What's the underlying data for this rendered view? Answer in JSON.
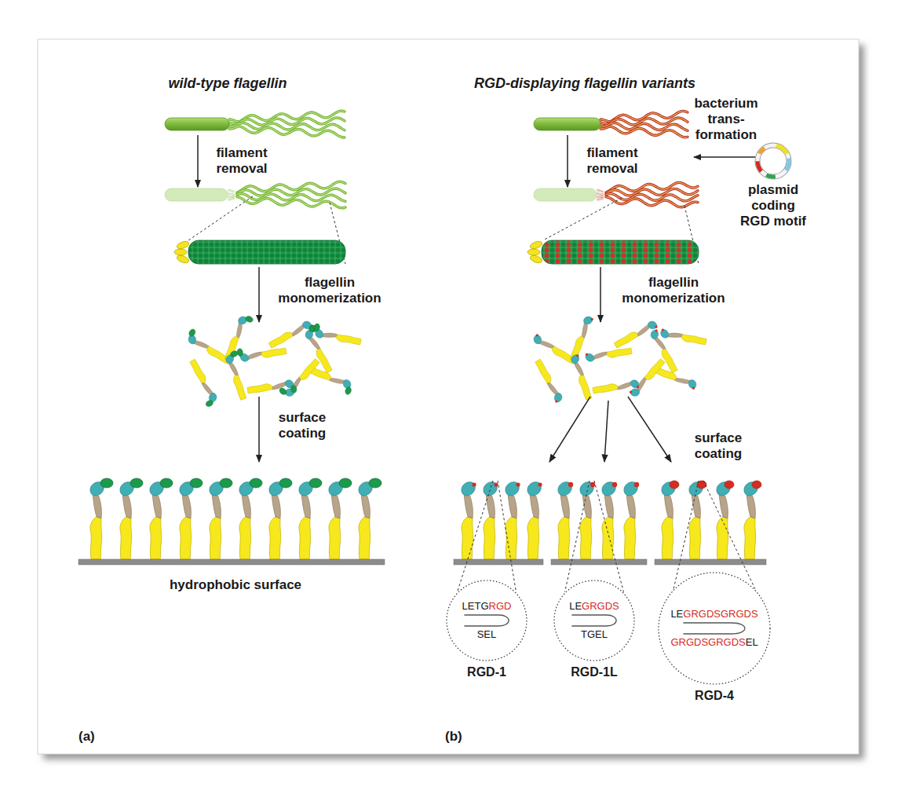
{
  "diagram": {
    "nodes": [
      {
        "text": [
          "LETG",
          "RGD",
          "SEL",
          "RGD-1"
        ]
      },
      {
        "text": [
          "LE",
          "GRGDS",
          "TGEL",
          "RGD-1L"
        ]
      },
      {
        "text": [
          "LE",
          "GRGDSGRGDS",
          "GRGDSGRGDS",
          "EL",
          "RGD-4"
        ]
      }
    ],
    "labels": [
      "wild-type flagellin",
      "RGD-displaying flagellin variants",
      "filament removal",
      "flagellin monomerization",
      "surface coating",
      "hydrophobic surface",
      "bacterium trans- formation",
      "plasmid coding RGD motif",
      "filament removal",
      "flagellin monomerization",
      "surface coating",
      "(a)",
      "(b)"
    ]
  }
}
